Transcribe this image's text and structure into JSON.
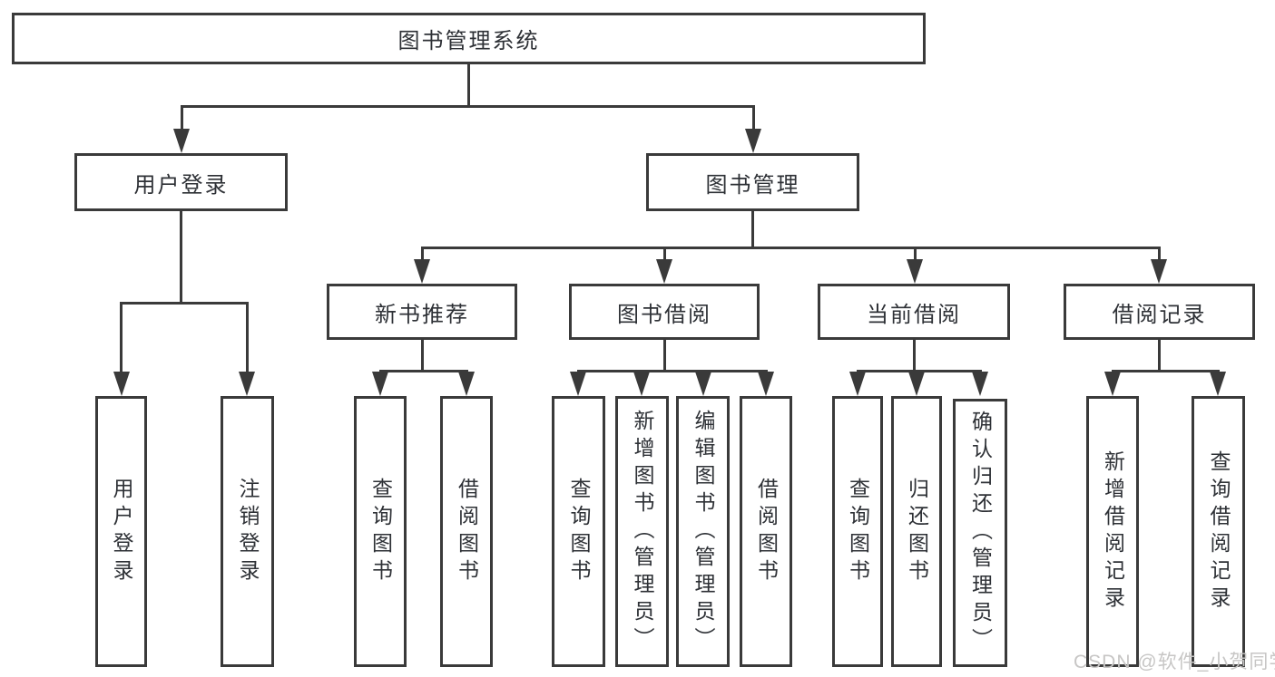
{
  "colors": {
    "line": "#3a3a3a",
    "text": "#2e3136",
    "bg": "#ffffff",
    "watermark": "#c7c6c5"
  },
  "tree": {
    "root": "图书管理系统",
    "branches": [
      {
        "label": "用户登录",
        "leaves": [
          "用户登录",
          "注销登录"
        ]
      },
      {
        "label": "图书管理",
        "groups": [
          {
            "label": "新书推荐",
            "leaves": [
              "查询图书",
              "借阅图书"
            ]
          },
          {
            "label": "图书借阅",
            "leaves": [
              "查询图书",
              "新增图书（管理员）",
              "编辑图书（管理员）",
              "借阅图书"
            ]
          },
          {
            "label": "当前借阅",
            "leaves": [
              "查询图书",
              "归还图书",
              "确认归还（管理员）"
            ]
          },
          {
            "label": "借阅记录",
            "leaves": [
              "新增借阅记录",
              "查询借阅记录"
            ]
          }
        ]
      }
    ]
  },
  "watermark": "CSDN @软件_小贺同学"
}
